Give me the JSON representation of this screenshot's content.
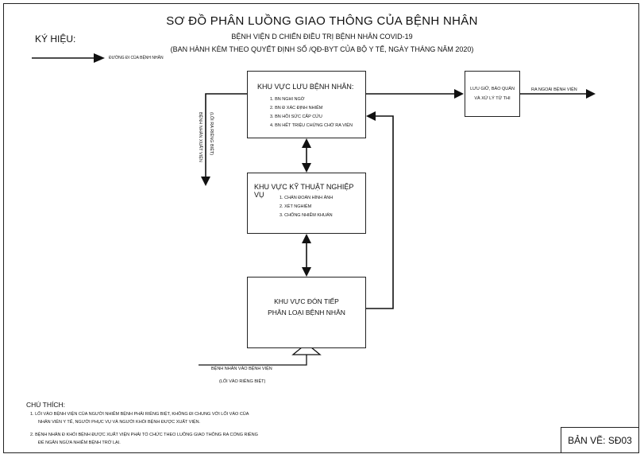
{
  "title": "SƠ ĐỒ  PHÂN LUỒNG GIAO THÔNG CỦA BỆNH NHÂN",
  "subtitle_line1": "BỆNH VIỆN D   CHIẾN ĐIỀU TRỊ BỆNH NHÂN COVID-19",
  "subtitle_line2": "(BAN HÀNH KÈM THEO QUYẾT ĐỊNH SỐ           /QĐ-BYT CỦA BỘ Y TẾ, NGÀY           THÁNG       NĂM 2020)",
  "legend": {
    "title": "KÝ HIỆU:",
    "arrow_label": "ĐƯỜNG ĐI CỦA BỆNH NHÂN"
  },
  "boxes": {
    "isolation": {
      "title": "KHU  VỰC LƯU BỆNH NHÂN:",
      "items": [
        "1. BN NGHI NGỜ",
        "2. BN Đ   XÁC ĐỊNH NHIỄM",
        "3. BN HỒI SỨC CẤP CỨU",
        "4. BN HẾT TRIỆU CHỨNG CHỜ RA VIỆN"
      ]
    },
    "technical": {
      "title": "KHU  VỰC KỸ THUẬT NGHIỆP VỤ",
      "items": [
        "1. CHẨN ĐOÁN HÌNH ẢNH",
        "2. XÉT NGHIỆM",
        "3. CHỐNG NHIỄM KHUẨN"
      ]
    },
    "reception": {
      "line1": "KHU  VỰC ĐÓN TIẾP",
      "line2": "PHÂN LOẠI BỆNH NHÂN"
    },
    "storage": {
      "line1": "LƯU GIỮ, BẢO QUẢN",
      "line2": "VÀ XỬ LÝ TỬ THI"
    }
  },
  "flow_labels": {
    "exit_hospital": "RA NGOÀI BỆNH VIỆN",
    "discharge_line1": "BỆNH NHÂN XUẤT VIỆN",
    "discharge_line2": "(LỐI RA RIÊNG BIỆT)",
    "entry_line1": "BỆNH NHÂN VÀO BỆNH VIỆN",
    "entry_line2": "(LỐI VÀO RIÊNG BIỆT)"
  },
  "notes": {
    "title": "CHÚ THÍCH:",
    "note1_line1": "1. LỐI VÀO BỆNH VIỆN CỦA NGƯỜI NHIỄM BỆNH PHẢI RIÊNG BIỆT, KHÔNG ĐI CHUNG VỚI LỐI VÀO CỦA",
    "note1_line2": "NHÂN VIÊN Y TẾ, NGƯỜI PHỤC VỤ VÀ NGƯỜI KHỎI BỆNH ĐƯỢC XUẤT VIỆN.",
    "note2_line1": "2. BỆNH NHÂN Đ   KHỎI BỆNH ĐƯỢC XUẤT VIỆN PHẢI TỔ CHỨC THEO LUỒNG GIAO THÔNG  RA CỔNG RIÊNG",
    "note2_line2": "ĐỂ NGĂN NGỪA NHIỄM BỆNH TRỞ LẠI."
  },
  "drawing_no": "BẢN VẼ: SĐ03"
}
